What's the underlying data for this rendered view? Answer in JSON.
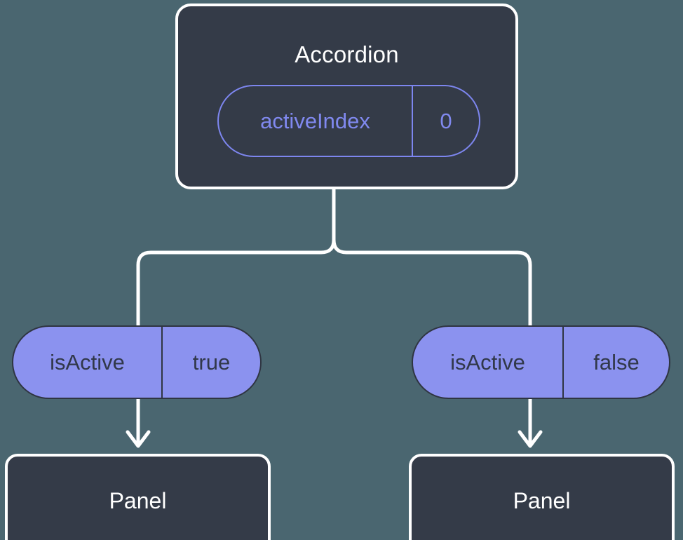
{
  "diagram": {
    "type": "component-state-tree",
    "background_color": "#4a6670",
    "box_fill_color": "#343b48",
    "box_border_color": "#ffffff",
    "pill_fill_color": "#8b92ef",
    "pill_outline_color": "#7d86ef",
    "connector_color": "#ffffff",
    "dark_text_color": "#31384a",
    "light_text_color": "#ffffff"
  },
  "root": {
    "title": "Accordion",
    "prop": {
      "key": "activeIndex",
      "value": "0"
    }
  },
  "branches": [
    {
      "prop": {
        "key": "isActive",
        "value": "true"
      },
      "child": {
        "title": "Panel"
      }
    },
    {
      "prop": {
        "key": "isActive",
        "value": "false"
      },
      "child": {
        "title": "Panel"
      }
    }
  ]
}
